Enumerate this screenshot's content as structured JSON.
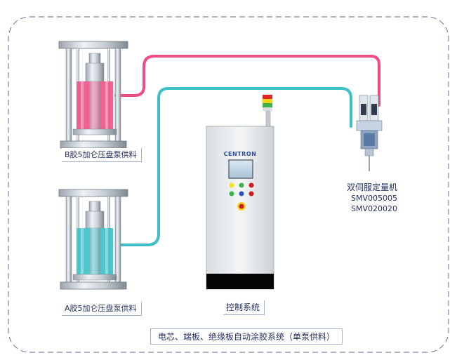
{
  "pump_b": {
    "label": "B胶5加仑压盘泵供料",
    "fill_color": "#f0558a"
  },
  "pump_a": {
    "label": "A胶5加仑压盘泵供料",
    "fill_color": "#3ec2c9"
  },
  "hose_b_color": "#ee4c86",
  "hose_a_color": "#3ebfc6",
  "valve": {
    "name": "双伺服定量机",
    "model_1": "SMV005005",
    "model_2": "SMV020020"
  },
  "control": {
    "label": "控制系统",
    "brand": "CENTRON"
  },
  "system_title": "电芯、端板、绝缘板自动涂胶系统（单泵供料）"
}
